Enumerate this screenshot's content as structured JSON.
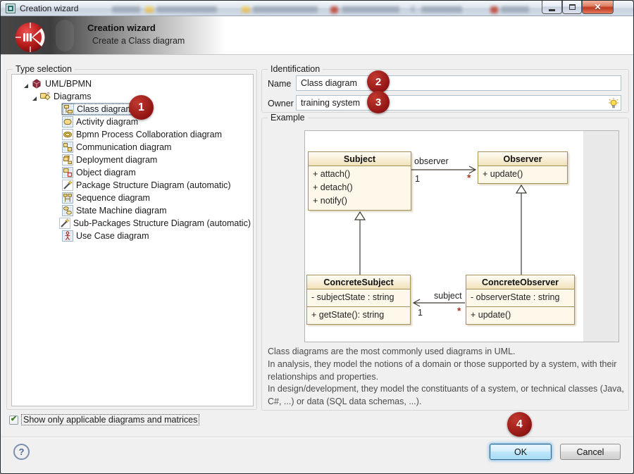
{
  "window": {
    "title": "Creation wizard"
  },
  "header": {
    "title": "Creation wizard",
    "subtitle": "Create a Class diagram"
  },
  "type_selection": {
    "label": "Type selection",
    "tree": [
      {
        "label": "UML/BPMN",
        "depth": 0,
        "icon": "uml-project-icon",
        "expanded": true
      },
      {
        "label": "Diagrams",
        "depth": 1,
        "icon": "diagrams-folder-icon",
        "expanded": true
      },
      {
        "label": "Class diagram",
        "depth": 2,
        "icon": "class-diagram-icon",
        "selected": true
      },
      {
        "label": "Activity diagram",
        "depth": 2,
        "icon": "activity-diagram-icon"
      },
      {
        "label": "Bpmn Process Collaboration diagram",
        "depth": 2,
        "icon": "bpmn-diagram-icon"
      },
      {
        "label": "Communication diagram",
        "depth": 2,
        "icon": "communication-diagram-icon"
      },
      {
        "label": "Deployment diagram",
        "depth": 2,
        "icon": "deployment-diagram-icon"
      },
      {
        "label": "Object diagram",
        "depth": 2,
        "icon": "object-diagram-icon"
      },
      {
        "label": "Package Structure Diagram (automatic)",
        "depth": 2,
        "icon": "wand-diagram-icon"
      },
      {
        "label": "Sequence diagram",
        "depth": 2,
        "icon": "sequence-diagram-icon"
      },
      {
        "label": "State Machine diagram",
        "depth": 2,
        "icon": "state-machine-diagram-icon"
      },
      {
        "label": "Sub-Packages Structure Diagram (automatic)",
        "depth": 2,
        "icon": "wand-diagram-icon"
      },
      {
        "label": "Use Case diagram",
        "depth": 2,
        "icon": "use-case-diagram-icon"
      }
    ],
    "filter_checkbox": {
      "label": "Show only applicable diagrams and matrices",
      "checked": true
    }
  },
  "identification": {
    "label": "Identification",
    "name_label": "Name",
    "name_value": "Class diagram",
    "owner_label": "Owner",
    "owner_value": "training system"
  },
  "example": {
    "label": "Example",
    "description": [
      "Class diagrams are the most commonly used diagrams in UML.",
      "In analysis, they model the notions of a domain or those supported by a system, with their relationships and properties.",
      "In design/development, they model the constituants of a system, or technical classes (Java, C#, ...) or data (SQL data schemas, ...)."
    ]
  },
  "example_diagram": {
    "classes": [
      {
        "name": "Subject",
        "compartments": [
          [
            "+ attach()",
            "+ detach()",
            "+ notify()"
          ]
        ]
      },
      {
        "name": "Observer",
        "compartments": [
          [
            "+ update()"
          ]
        ]
      },
      {
        "name": "ConcreteSubject",
        "compartments": [
          [
            "- subjectState : string"
          ],
          [
            "+ getState(): string"
          ]
        ]
      },
      {
        "name": "ConcreteObserver",
        "compartments": [
          [
            "- observerState : string"
          ],
          [
            "+ update()"
          ]
        ]
      }
    ],
    "associations": [
      {
        "name": "observer",
        "from": "Subject",
        "to": "Observer",
        "mult_from": "1",
        "mult_to": "*"
      },
      {
        "name": "subject",
        "from": "ConcreteObserver",
        "to": "ConcreteSubject",
        "mult_from": "*",
        "mult_to": "1"
      }
    ],
    "generalizations": [
      {
        "from": "ConcreteSubject",
        "to": "Subject"
      },
      {
        "from": "ConcreteObserver",
        "to": "Observer"
      }
    ]
  },
  "annotations": {
    "step1": "1",
    "step2": "2",
    "step3": "3",
    "step4": "4"
  },
  "footer": {
    "help_label": "?",
    "ok_label": "OK",
    "cancel_label": "Cancel"
  },
  "colors": {
    "annotation_badge": "#9c1a15",
    "ok_button_border": "#2c628b",
    "class_box_fill": "#fdf8ea",
    "class_box_border": "#a89158",
    "selection_border": "#9cb4cc",
    "titlebar_close": "#c03a20"
  }
}
